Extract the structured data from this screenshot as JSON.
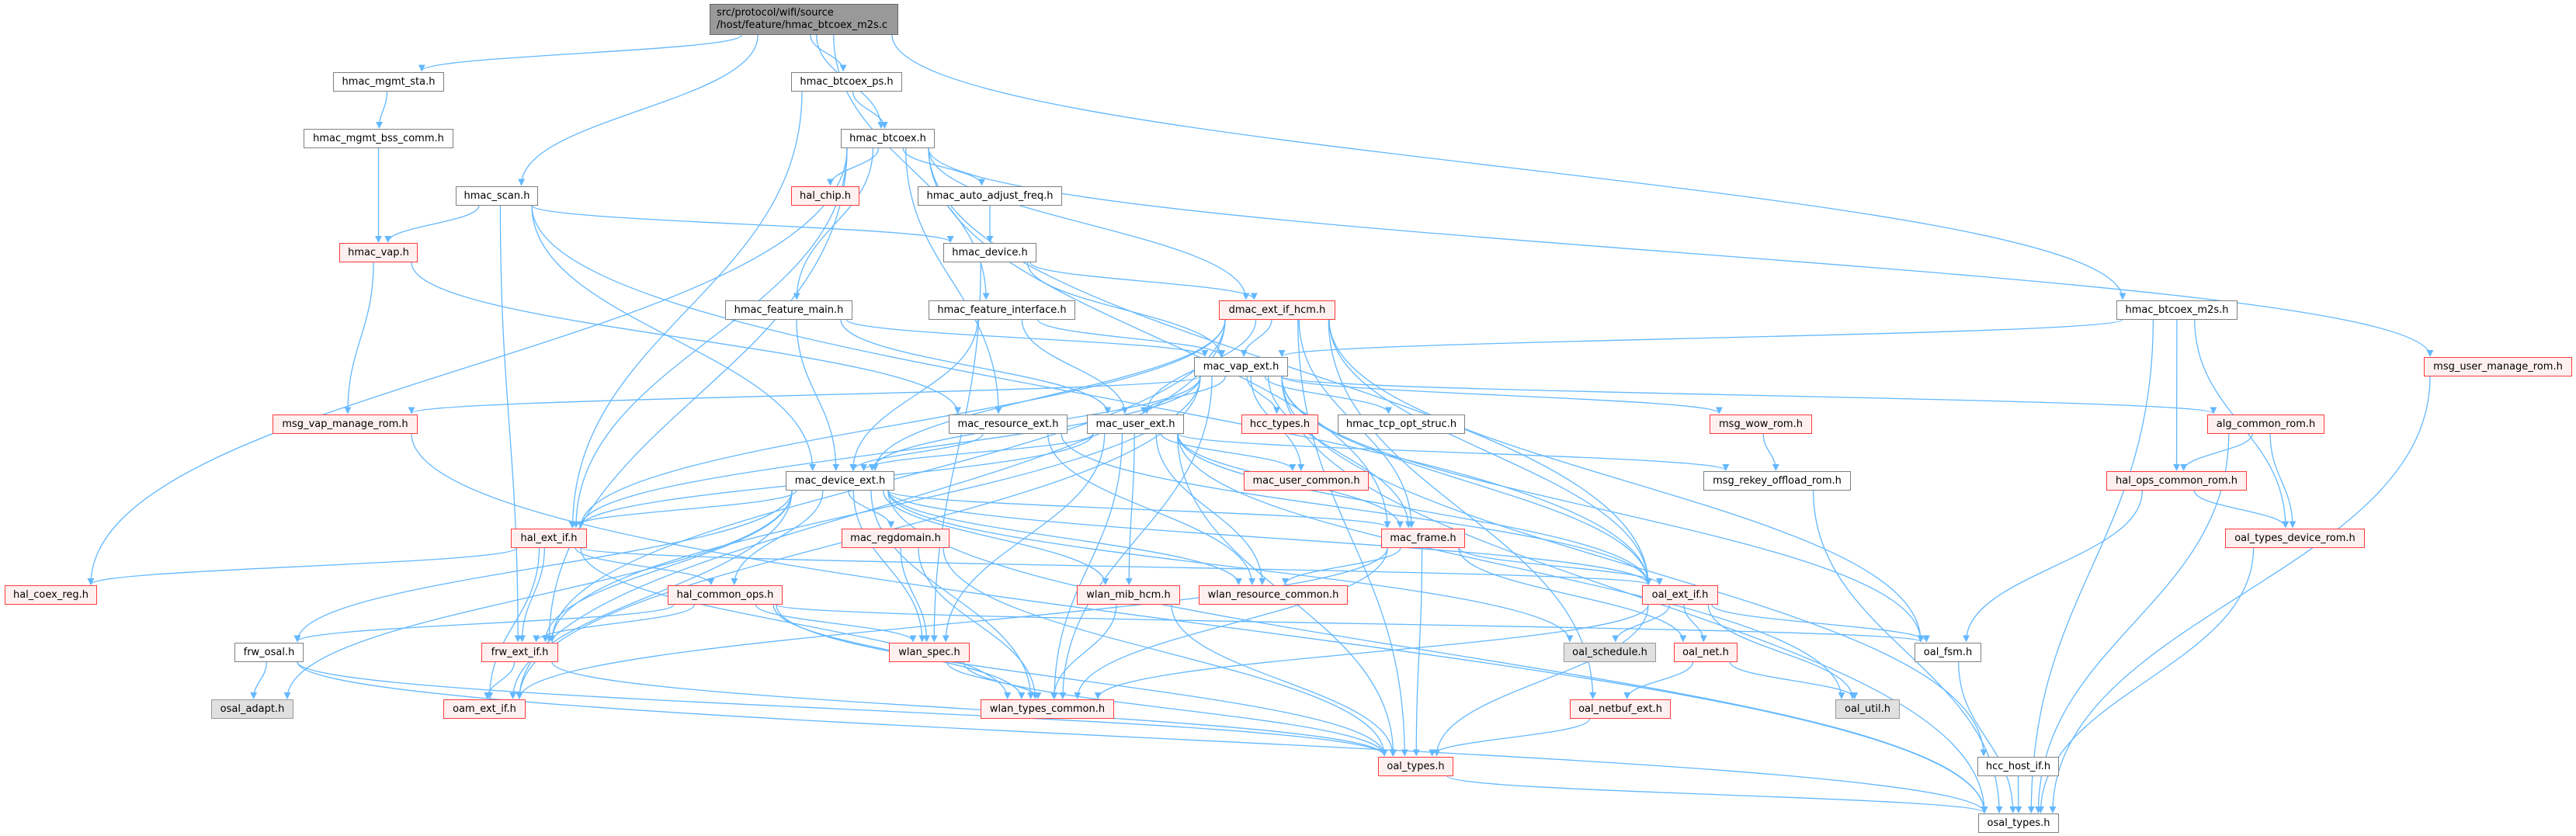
{
  "colors": {
    "edge": "#63b8ff",
    "red_border": "#ff3a3a",
    "red_fill": "#fff0f0",
    "gray_fill": "#e0e0e0",
    "root_fill": "#999999"
  },
  "root": {
    "line1": "src/protocol/wifi/source",
    "line2": "/host/feature/hmac_btcoex_m2s.c"
  },
  "nodes": [
    {
      "id": "hmac_mgmt_sta",
      "label": "hmac_mgmt_sta.h",
      "kind": "plain"
    },
    {
      "id": "hmac_btcoex_ps",
      "label": "hmac_btcoex_ps.h",
      "kind": "plain"
    },
    {
      "id": "hmac_mgmt_bss_comm",
      "label": "hmac_mgmt_bss_comm.h",
      "kind": "plain"
    },
    {
      "id": "hmac_btcoex",
      "label": "hmac_btcoex.h",
      "kind": "plain"
    },
    {
      "id": "hmac_scan",
      "label": "hmac_scan.h",
      "kind": "plain"
    },
    {
      "id": "hal_chip",
      "label": "hal_chip.h",
      "kind": "red"
    },
    {
      "id": "hmac_auto_adjust_freq",
      "label": "hmac_auto_adjust_freq.h",
      "kind": "plain"
    },
    {
      "id": "hmac_vap",
      "label": "hmac_vap.h",
      "kind": "red"
    },
    {
      "id": "hmac_device",
      "label": "hmac_device.h",
      "kind": "plain"
    },
    {
      "id": "hmac_feature_main",
      "label": "hmac_feature_main.h",
      "kind": "plain"
    },
    {
      "id": "hmac_feature_interface",
      "label": "hmac_feature_interface.h",
      "kind": "plain"
    },
    {
      "id": "dmac_ext_if_hcm",
      "label": "dmac_ext_if_hcm.h",
      "kind": "red"
    },
    {
      "id": "hmac_btcoex_m2s",
      "label": "hmac_btcoex_m2s.h",
      "kind": "plain"
    },
    {
      "id": "mac_vap_ext",
      "label": "mac_vap_ext.h",
      "kind": "plain"
    },
    {
      "id": "msg_user_manage_rom",
      "label": "msg_user_manage_rom.h",
      "kind": "red"
    },
    {
      "id": "msg_vap_manage_rom",
      "label": "msg_vap_manage_rom.h",
      "kind": "red"
    },
    {
      "id": "mac_resource_ext",
      "label": "mac_resource_ext.h",
      "kind": "plain"
    },
    {
      "id": "mac_user_ext",
      "label": "mac_user_ext.h",
      "kind": "plain"
    },
    {
      "id": "hcc_types",
      "label": "hcc_types.h",
      "kind": "red"
    },
    {
      "id": "hmac_tcp_opt_struc",
      "label": "hmac_tcp_opt_struc.h",
      "kind": "plain"
    },
    {
      "id": "msg_wow_rom",
      "label": "msg_wow_rom.h",
      "kind": "red"
    },
    {
      "id": "alg_common_rom",
      "label": "alg_common_rom.h",
      "kind": "red"
    },
    {
      "id": "mac_device_ext",
      "label": "mac_device_ext.h",
      "kind": "plain"
    },
    {
      "id": "mac_user_common",
      "label": "mac_user_common.h",
      "kind": "red"
    },
    {
      "id": "msg_rekey_offload_rom",
      "label": "msg_rekey_offload_rom.h",
      "kind": "plain"
    },
    {
      "id": "hal_ops_common_rom",
      "label": "hal_ops_common_rom.h",
      "kind": "red"
    },
    {
      "id": "hal_ext_if",
      "label": "hal_ext_if.h",
      "kind": "red"
    },
    {
      "id": "mac_regdomain",
      "label": "mac_regdomain.h",
      "kind": "red"
    },
    {
      "id": "mac_frame",
      "label": "mac_frame.h",
      "kind": "red"
    },
    {
      "id": "oal_types_device_rom",
      "label": "oal_types_device_rom.h",
      "kind": "red"
    },
    {
      "id": "hal_coex_reg",
      "label": "hal_coex_reg.h",
      "kind": "red"
    },
    {
      "id": "hal_common_ops",
      "label": "hal_common_ops.h",
      "kind": "red"
    },
    {
      "id": "wlan_mib_hcm",
      "label": "wlan_mib_hcm.h",
      "kind": "red"
    },
    {
      "id": "wlan_resource_common",
      "label": "wlan_resource_common.h",
      "kind": "red"
    },
    {
      "id": "oal_ext_if",
      "label": "oal_ext_if.h",
      "kind": "red"
    },
    {
      "id": "frw_osal",
      "label": "frw_osal.h",
      "kind": "plain"
    },
    {
      "id": "frw_ext_if",
      "label": "frw_ext_if.h",
      "kind": "red"
    },
    {
      "id": "wlan_spec",
      "label": "wlan_spec.h",
      "kind": "red"
    },
    {
      "id": "oal_schedule",
      "label": "oal_schedule.h",
      "kind": "gray"
    },
    {
      "id": "oal_net",
      "label": "oal_net.h",
      "kind": "red"
    },
    {
      "id": "oal_fsm",
      "label": "oal_fsm.h",
      "kind": "plain"
    },
    {
      "id": "osal_adapt",
      "label": "osal_adapt.h",
      "kind": "gray"
    },
    {
      "id": "oam_ext_if",
      "label": "oam_ext_if.h",
      "kind": "red"
    },
    {
      "id": "wlan_types_common",
      "label": "wlan_types_common.h",
      "kind": "red"
    },
    {
      "id": "oal_netbuf_ext",
      "label": "oal_netbuf_ext.h",
      "kind": "red"
    },
    {
      "id": "oal_util",
      "label": "oal_util.h",
      "kind": "gray"
    },
    {
      "id": "oal_types",
      "label": "oal_types.h",
      "kind": "red"
    },
    {
      "id": "hcc_host_if",
      "label": "hcc_host_if.h",
      "kind": "plain"
    },
    {
      "id": "osal_types",
      "label": "osal_types.h",
      "kind": "plain"
    }
  ],
  "edges": [
    [
      "root",
      "hmac_mgmt_sta"
    ],
    [
      "root",
      "hmac_scan"
    ],
    [
      "root",
      "hmac_btcoex_ps"
    ],
    [
      "root",
      "hmac_btcoex"
    ],
    [
      "root",
      "hmac_feature_interface"
    ],
    [
      "root",
      "hmac_btcoex_m2s"
    ],
    [
      "hmac_mgmt_sta",
      "hmac_mgmt_bss_comm"
    ],
    [
      "hmac_mgmt_bss_comm",
      "hmac_vap"
    ],
    [
      "hmac_btcoex_ps",
      "hmac_btcoex"
    ],
    [
      "hmac_btcoex_ps",
      "hal_ext_if"
    ],
    [
      "hmac_btcoex",
      "hal_chip"
    ],
    [
      "hmac_btcoex",
      "hmac_auto_adjust_freq"
    ],
    [
      "hmac_btcoex",
      "dmac_ext_if_hcm"
    ],
    [
      "hmac_btcoex",
      "hmac_feature_main"
    ],
    [
      "hmac_btcoex",
      "hal_coex_reg"
    ],
    [
      "hmac_btcoex",
      "frw_ext_if"
    ],
    [
      "hmac_btcoex",
      "hal_ext_if"
    ],
    [
      "hmac_btcoex",
      "mac_resource_ext"
    ],
    [
      "hmac_btcoex",
      "mac_frame"
    ],
    [
      "hmac_btcoex",
      "oal_ext_if"
    ],
    [
      "hmac_btcoex",
      "msg_user_manage_rom"
    ],
    [
      "hmac_scan",
      "hmac_vap"
    ],
    [
      "hmac_scan",
      "hmac_device"
    ],
    [
      "hmac_scan",
      "mac_device_ext"
    ],
    [
      "hmac_scan",
      "frw_ext_if"
    ],
    [
      "hmac_scan",
      "oal_ext_if"
    ],
    [
      "hmac_auto_adjust_freq",
      "hmac_device"
    ],
    [
      "hmac_vap",
      "msg_vap_manage_rom"
    ],
    [
      "hmac_vap",
      "mac_resource_ext"
    ],
    [
      "hmac_device",
      "dmac_ext_if_hcm"
    ],
    [
      "hmac_device",
      "mac_vap_ext"
    ],
    [
      "hmac_device",
      "wlan_spec"
    ],
    [
      "hmac_feature_main",
      "mac_vap_ext"
    ],
    [
      "hmac_feature_main",
      "mac_device_ext"
    ],
    [
      "hmac_feature_main",
      "mac_user_ext"
    ],
    [
      "hmac_feature_interface",
      "mac_vap_ext"
    ],
    [
      "hmac_feature_interface",
      "mac_user_ext"
    ],
    [
      "hmac_feature_interface",
      "mac_device_ext"
    ],
    [
      "dmac_ext_if_hcm",
      "mac_vap_ext"
    ],
    [
      "dmac_ext_if_hcm",
      "mac_user_ext"
    ],
    [
      "dmac_ext_if_hcm",
      "mac_device_ext"
    ],
    [
      "dmac_ext_if_hcm",
      "mac_frame"
    ],
    [
      "dmac_ext_if_hcm",
      "oal_ext_if"
    ],
    [
      "dmac_ext_if_hcm",
      "oam_ext_if"
    ],
    [
      "dmac_ext_if_hcm",
      "frw_ext_if"
    ],
    [
      "dmac_ext_if_hcm",
      "oal_types"
    ],
    [
      "dmac_ext_if_hcm",
      "oal_netbuf_ext"
    ],
    [
      "dmac_ext_if_hcm",
      "hal_ext_if"
    ],
    [
      "dmac_ext_if_hcm",
      "oal_fsm"
    ],
    [
      "hmac_btcoex_m2s",
      "mac_vap_ext"
    ],
    [
      "hmac_btcoex_m2s",
      "hal_ops_common_rom"
    ],
    [
      "hmac_btcoex_m2s",
      "oal_types_device_rom"
    ],
    [
      "hmac_btcoex_m2s",
      "osal_types"
    ],
    [
      "msg_user_manage_rom",
      "osal_types"
    ],
    [
      "mac_vap_ext",
      "mac_user_ext"
    ],
    [
      "mac_vap_ext",
      "hcc_types"
    ],
    [
      "mac_vap_ext",
      "hmac_tcp_opt_struc"
    ],
    [
      "mac_vap_ext",
      "msg_wow_rom"
    ],
    [
      "mac_vap_ext",
      "alg_common_rom"
    ],
    [
      "mac_vap_ext",
      "mac_device_ext"
    ],
    [
      "mac_vap_ext",
      "msg_vap_manage_rom"
    ],
    [
      "mac_vap_ext",
      "hal_ext_if"
    ],
    [
      "mac_vap_ext",
      "frw_ext_if"
    ],
    [
      "mac_vap_ext",
      "oam_ext_if"
    ],
    [
      "mac_vap_ext",
      "mac_frame"
    ],
    [
      "mac_vap_ext",
      "oal_ext_if"
    ],
    [
      "mac_vap_ext",
      "oal_fsm"
    ],
    [
      "mac_vap_ext",
      "hcc_host_if"
    ],
    [
      "mac_vap_ext",
      "mac_user_common"
    ],
    [
      "mac_vap_ext",
      "wlan_types_common"
    ],
    [
      "mac_vap_ext",
      "osal_types"
    ],
    [
      "msg_vap_manage_rom",
      "osal_types"
    ],
    [
      "mac_resource_ext",
      "mac_device_ext"
    ],
    [
      "mac_resource_ext",
      "oal_ext_if"
    ],
    [
      "mac_resource_ext",
      "wlan_resource_common"
    ],
    [
      "mac_user_ext",
      "mac_device_ext"
    ],
    [
      "mac_user_ext",
      "mac_user_common"
    ],
    [
      "mac_user_ext",
      "msg_rekey_offload_rom"
    ],
    [
      "mac_user_ext",
      "mac_frame"
    ],
    [
      "mac_user_ext",
      "wlan_mib_hcm"
    ],
    [
      "mac_user_ext",
      "wlan_resource_common"
    ],
    [
      "mac_user_ext",
      "wlan_spec"
    ],
    [
      "mac_user_ext",
      "oal_ext_if"
    ],
    [
      "mac_user_ext",
      "hal_ext_if"
    ],
    [
      "mac_user_ext",
      "oal_util"
    ],
    [
      "mac_user_ext",
      "oal_types"
    ],
    [
      "mac_user_ext",
      "wlan_types_common"
    ],
    [
      "msg_wow_rom",
      "msg_rekey_offload_rom"
    ],
    [
      "msg_rekey_offload_rom",
      "osal_types"
    ],
    [
      "alg_common_rom",
      "hal_ops_common_rom"
    ],
    [
      "alg_common_rom",
      "oal_types_device_rom"
    ],
    [
      "alg_common_rom",
      "osal_types"
    ],
    [
      "hal_ops_common_rom",
      "oal_types_device_rom"
    ],
    [
      "hal_ops_common_rom",
      "oal_fsm"
    ],
    [
      "oal_types_device_rom",
      "osal_types"
    ],
    [
      "mac_device_ext",
      "hal_ext_if"
    ],
    [
      "mac_device_ext",
      "mac_regdomain"
    ],
    [
      "mac_device_ext",
      "mac_frame"
    ],
    [
      "mac_device_ext",
      "hal_common_ops"
    ],
    [
      "mac_device_ext",
      "wlan_mib_hcm"
    ],
    [
      "mac_device_ext",
      "wlan_resource_common"
    ],
    [
      "mac_device_ext",
      "oal_ext_if"
    ],
    [
      "mac_device_ext",
      "frw_osal"
    ],
    [
      "mac_device_ext",
      "frw_ext_if"
    ],
    [
      "mac_device_ext",
      "wlan_spec"
    ],
    [
      "mac_device_ext",
      "wlan_types_common"
    ],
    [
      "mac_device_ext",
      "oam_ext_if"
    ],
    [
      "mac_device_ext",
      "osal_adapt"
    ],
    [
      "mac_device_ext",
      "osal_types"
    ],
    [
      "mac_device_ext",
      "oal_schedule"
    ],
    [
      "hal_ext_if",
      "hal_coex_reg"
    ],
    [
      "hal_ext_if",
      "hal_common_ops"
    ],
    [
      "hal_ext_if",
      "oal_ext_if"
    ],
    [
      "hal_ext_if",
      "frw_ext_if"
    ],
    [
      "hal_ext_if",
      "oam_ext_if"
    ],
    [
      "hal_ext_if",
      "wlan_types_common"
    ],
    [
      "mac_regdomain",
      "wlan_spec"
    ],
    [
      "mac_regdomain",
      "wlan_types_common"
    ],
    [
      "mac_regdomain",
      "oal_types"
    ],
    [
      "mac_frame",
      "wlan_resource_common"
    ],
    [
      "mac_frame",
      "oal_ext_if"
    ],
    [
      "mac_frame",
      "oal_net"
    ],
    [
      "mac_frame",
      "wlan_types_common"
    ],
    [
      "mac_frame",
      "oam_ext_if"
    ],
    [
      "mac_frame",
      "oal_types"
    ],
    [
      "hal_common_ops",
      "frw_osal"
    ],
    [
      "hal_common_ops",
      "frw_ext_if"
    ],
    [
      "hal_common_ops",
      "wlan_spec"
    ],
    [
      "hal_common_ops",
      "wlan_types_common"
    ],
    [
      "hal_common_ops",
      "oal_types"
    ],
    [
      "hal_common_ops",
      "oal_fsm"
    ],
    [
      "wlan_mib_hcm",
      "wlan_types_common"
    ],
    [
      "wlan_mib_hcm",
      "oal_types"
    ],
    [
      "oal_ext_if",
      "oal_schedule"
    ],
    [
      "oal_ext_if",
      "oal_net"
    ],
    [
      "oal_ext_if",
      "oal_fsm"
    ],
    [
      "oal_ext_if",
      "oal_util"
    ],
    [
      "oal_ext_if",
      "oal_types"
    ],
    [
      "oal_ext_if",
      "wlan_types_common"
    ],
    [
      "frw_osal",
      "osal_adapt"
    ],
    [
      "frw_osal",
      "oal_types"
    ],
    [
      "frw_osal",
      "osal_types"
    ],
    [
      "frw_ext_if",
      "oam_ext_if"
    ],
    [
      "frw_ext_if",
      "oal_types"
    ],
    [
      "wlan_spec",
      "wlan_types_common"
    ],
    [
      "wlan_spec",
      "oal_types"
    ],
    [
      "oal_net",
      "oal_netbuf_ext"
    ],
    [
      "oal_net",
      "oal_util"
    ],
    [
      "oal_fsm",
      "osal_types"
    ],
    [
      "oal_netbuf_ext",
      "oal_types"
    ],
    [
      "oal_types",
      "osal_types"
    ],
    [
      "hcc_host_if",
      "osal_types"
    ]
  ]
}
